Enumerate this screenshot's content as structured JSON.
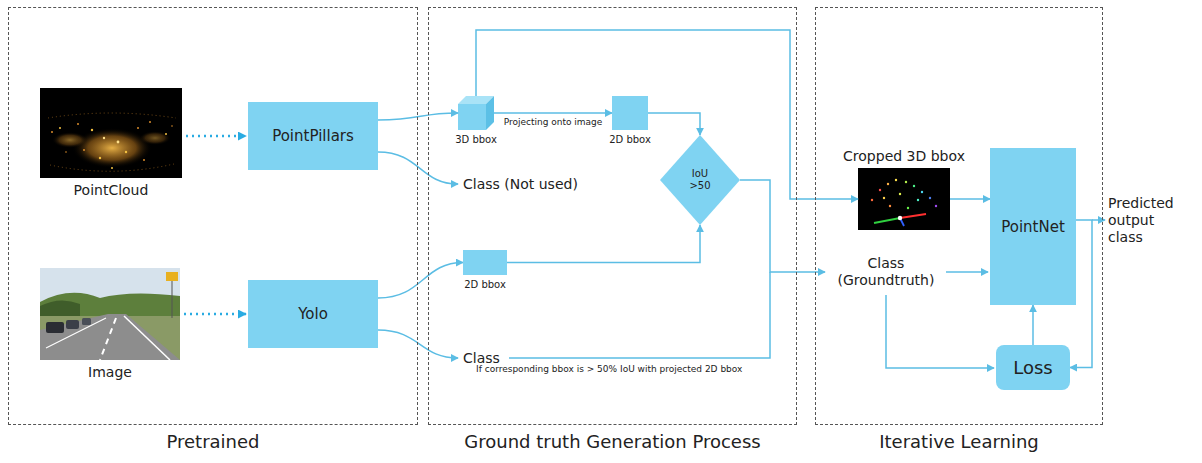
{
  "diagram": {
    "nodes": [
      {
        "text": [
          "Pretrained"
        ]
      },
      {
        "text": [
          "PointCloud"
        ],
        "in": 0
      },
      {
        "text": [
          "PointPillars"
        ],
        "in": 0
      },
      {
        "text": [
          "Image"
        ],
        "in": 0
      },
      {
        "text": [
          "Yolo"
        ],
        "in": 0
      },
      {
        "text": [
          "Ground truth Generation Process"
        ]
      },
      {
        "text": [
          "3D bbox"
        ],
        "in": 5
      },
      {
        "text": [
          "2D bbox"
        ],
        "in": 5
      },
      {
        "text": [
          "IoU >50"
        ],
        "in": 5
      },
      {
        "text": [
          "2D bbox"
        ],
        "in": 5
      },
      {
        "text": [
          "Iterative Learning"
        ]
      },
      {
        "text": [
          "Cropped 3D bbox"
        ],
        "in": 10
      },
      {
        "text": [
          "PointNet"
        ],
        "in": 10
      },
      {
        "text": [
          "Loss"
        ],
        "in": 10
      }
    ],
    "edges": [
      {
        "from": 1,
        "to": 2,
        "arrow": "to"
      },
      {
        "from": 3,
        "to": 4,
        "arrow": "to"
      },
      {
        "from": 2,
        "to": 6,
        "arrow": "to"
      },
      {
        "from": 6,
        "to": 7,
        "label": "Projecting onto image",
        "arrow": "to"
      },
      {
        "from": 7,
        "to": 8,
        "arrow": "to"
      },
      {
        "from": 4,
        "to": 9,
        "arrow": "to"
      },
      {
        "from": 9,
        "to": 8,
        "arrow": "to"
      },
      {
        "from": 6,
        "to": 11,
        "arrow": "to"
      },
      {
        "from": 11,
        "to": 12,
        "arrow": "to"
      },
      {
        "from": 12,
        "to": 13,
        "arrow": "to"
      },
      {
        "from": 13,
        "to": 12,
        "arrow": "to"
      }
    ],
    "labels": [
      "Class (Not used)",
      "Class",
      "If corresponding bbox is > 50% IoU with projected 2D bbox",
      "Class (Groundtruth)",
      "Predicted output class"
    ]
  }
}
